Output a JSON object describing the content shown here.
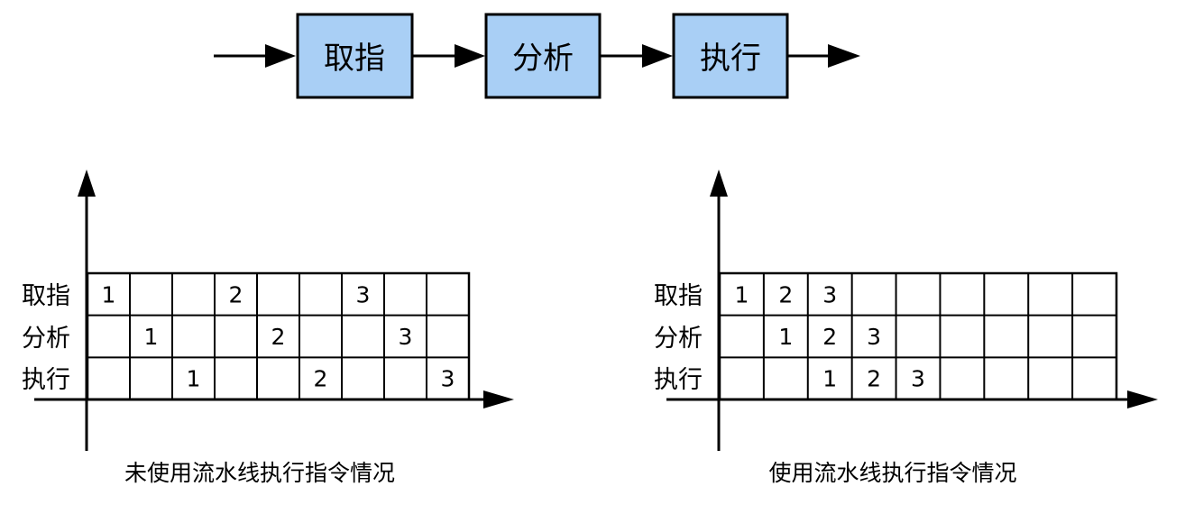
{
  "flow": {
    "stages": [
      "取指",
      "分析",
      "执行"
    ],
    "box_fill": "#a9cff5",
    "line_color": "#000000"
  },
  "charts": [
    {
      "id": "sequential",
      "caption": "未使用流水线执行指令情况",
      "row_labels": [
        "取指",
        "分析",
        "执行"
      ],
      "columns": 9,
      "rows": [
        [
          "1",
          "",
          "",
          "2",
          "",
          "",
          "3",
          "",
          ""
        ],
        [
          "",
          "1",
          "",
          "",
          "2",
          "",
          "",
          "3",
          ""
        ],
        [
          "",
          "",
          "1",
          "",
          "",
          "2",
          "",
          "",
          "3"
        ]
      ]
    },
    {
      "id": "pipelined",
      "caption": "使用流水线执行指令情况",
      "row_labels": [
        "取指",
        "分析",
        "执行"
      ],
      "columns": 9,
      "rows": [
        [
          "1",
          "2",
          "3",
          "",
          "",
          "",
          "",
          "",
          ""
        ],
        [
          "",
          "1",
          "2",
          "3",
          "",
          "",
          "",
          "",
          ""
        ],
        [
          "",
          "",
          "1",
          "2",
          "3",
          "",
          "",
          "",
          ""
        ]
      ]
    }
  ]
}
